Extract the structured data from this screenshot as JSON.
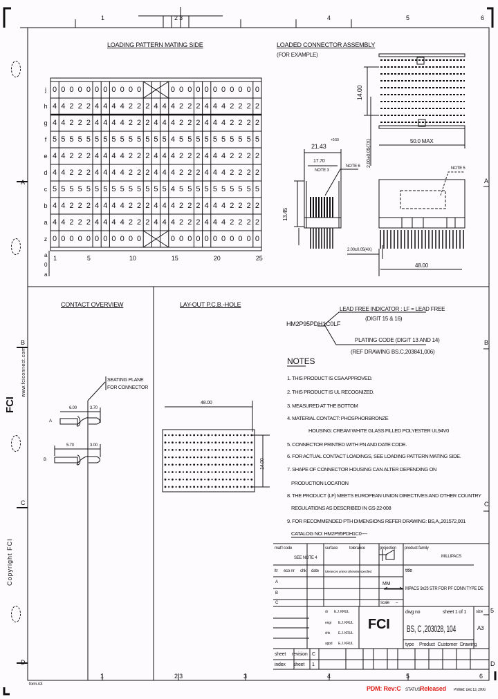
{
  "frame": {
    "top_zones": [
      "1",
      "2 3",
      "4",
      "5",
      "6"
    ],
    "bottom_zones": [
      "1",
      "2 3",
      "3",
      "4",
      "5",
      "6"
    ],
    "right_zones": [
      "A",
      "B",
      "C",
      "5",
      "D"
    ],
    "left_zones": [
      "A",
      "B",
      "C",
      "D"
    ],
    "bottom_left_note": "form A3",
    "copyright": "Copyright FCI",
    "website": "www.fciconnect.com",
    "logo_text": "FCI"
  },
  "loading_pattern": {
    "title": "LOADING PATTERN MATING SIDE",
    "row_labels": [
      "j",
      "h",
      "g",
      "f",
      "e",
      "d",
      "c",
      "b",
      "a",
      "z"
    ],
    "rows": [
      [
        "0",
        "0",
        "0",
        "0",
        "0",
        "0",
        "0",
        "0",
        "0",
        "0",
        "0",
        "X",
        "X",
        "X",
        "0",
        "0",
        "0",
        "0",
        "0",
        "0",
        "0",
        "0",
        "0",
        "0",
        "0"
      ],
      [
        "4",
        "4",
        "2",
        "2",
        "2",
        "4",
        "4",
        "4",
        "4",
        "2",
        "2",
        "2",
        "4",
        "4",
        "4",
        "2",
        "2",
        "2",
        "4",
        "4",
        "4",
        "2",
        "2",
        "2",
        "2"
      ],
      [
        "4",
        "4",
        "2",
        "2",
        "2",
        "4",
        "4",
        "4",
        "4",
        "2",
        "2",
        "2",
        "4",
        "4",
        "4",
        "2",
        "2",
        "2",
        "4",
        "4",
        "4",
        "2",
        "2",
        "2",
        "2"
      ],
      [
        "5",
        "5",
        "5",
        "5",
        "5",
        "5",
        "5",
        "5",
        "5",
        "5",
        "5",
        "5",
        "5",
        "5",
        "4",
        "5",
        "5",
        "5",
        "5",
        "5",
        "5",
        "5",
        "5",
        "5",
        "5"
      ],
      [
        "4",
        "4",
        "2",
        "2",
        "2",
        "4",
        "4",
        "4",
        "4",
        "2",
        "2",
        "2",
        "4",
        "4",
        "4",
        "2",
        "2",
        "2",
        "4",
        "4",
        "4",
        "2",
        "2",
        "2",
        "2"
      ],
      [
        "4",
        "4",
        "2",
        "2",
        "2",
        "4",
        "4",
        "4",
        "4",
        "2",
        "2",
        "2",
        "4",
        "4",
        "4",
        "2",
        "2",
        "2",
        "4",
        "4",
        "4",
        "2",
        "2",
        "2",
        "2"
      ],
      [
        "5",
        "5",
        "5",
        "5",
        "5",
        "5",
        "5",
        "5",
        "5",
        "5",
        "5",
        "5",
        "5",
        "5",
        "4",
        "5",
        "5",
        "5",
        "5",
        "5",
        "5",
        "5",
        "5",
        "5",
        "5"
      ],
      [
        "4",
        "4",
        "2",
        "2",
        "2",
        "4",
        "4",
        "4",
        "4",
        "2",
        "2",
        "2",
        "4",
        "4",
        "4",
        "2",
        "2",
        "2",
        "4",
        "4",
        "4",
        "2",
        "2",
        "2",
        "2"
      ],
      [
        "4",
        "4",
        "2",
        "2",
        "2",
        "4",
        "4",
        "4",
        "4",
        "2",
        "2",
        "2",
        "4",
        "4",
        "4",
        "2",
        "2",
        "2",
        "4",
        "4",
        "4",
        "2",
        "2",
        "2",
        "2"
      ],
      [
        "0",
        "0",
        "0",
        "0",
        "0",
        "0",
        "0",
        "0",
        "0",
        "0",
        "0",
        "X",
        "X",
        "X",
        "0",
        "0",
        "0",
        "0",
        "0",
        "0",
        "0",
        "0",
        "0",
        "0",
        "0"
      ]
    ],
    "column_numbers": [
      "1",
      "5",
      "10",
      "15",
      "20",
      "25"
    ],
    "corner_labels": [
      "a",
      "0",
      "a"
    ]
  },
  "assembly": {
    "title": "LOADED CONNECTOR ASSEMBLY",
    "subtitle": "(FOR EXAMPLE)",
    "dim_height": "14.00",
    "dim_pitch_7x": "2.00±0.05(7X)",
    "dim_length": "50.0 MAX",
    "dim_width": "21.43",
    "dim_width_tol": "+0.50",
    "dim_inner": "17.70",
    "note3": "NOTE 3",
    "note6": "NOTE 6",
    "note5": "NOTE 5",
    "dim_side": "13.45",
    "dim_pitch_4x": "2.00±0.05(4X)",
    "dim_48": "48.00"
  },
  "contact_overview": {
    "title": "CONTACT OVERVIEW",
    "seating_plane": [
      "SEATING PLANE",
      "FOR CONNECTOR"
    ],
    "contact_a": {
      "label": "A",
      "dim_left": "6.00",
      "dim_right": "3.70"
    },
    "contact_b": {
      "label": "B",
      "dim_left": "5.70",
      "dim_right": "3.00"
    }
  },
  "layout_pcb": {
    "title": "LAY-OUT P.C.B.-HOLE",
    "dim_width": "48.00",
    "dim_height": "14.00"
  },
  "part_number": {
    "code": "HM2P95PDH1C0LF",
    "lead_free": "LEAD FREE INDICATOR : LF = LEAD FREE",
    "lead_free_digits": "(DIGIT 15 & 16)",
    "plating": "PLATING CODE (DIGIT 13 AND 14)",
    "plating_ref": "(REF DRAWING BS.C,203841,006)"
  },
  "notes": {
    "heading": "NOTES",
    "items": [
      "1. THIS PRODUCT IS CSA APPROVED.",
      "2. THIS PRODUCT IS UL RECOGNIZED.",
      "3. MEASURED AT THE BOTTOM",
      "4. MATERIAL CONTACT: PHOSPHORBRONZE",
      "HOUSING: CREAM WHITE GLASS FILLED POLYESTER UL94V0",
      "5. CONNECTOR PRINTED WITH PN AND DATE CODE.",
      "6. FOR ACTUAL CONTACT LOADINGS, SEE LOADING PATTERN MATING SIDE.",
      "7. SHAPE OF CONNECTOR HOUSING CAN ALTER DEPENDING ON",
      "PRODUCTION LOCATION",
      "8. THE PRODUCT (LF) MEETS EUROPEAN UNION DIRECTIVES AND OTHER COUNTRY",
      "REGULATIONS AS DESCRIBED IN GS-22-008",
      "9. FOR RECOMMENDED PTH DIMENSIONS REFER DRAWING: BS,A,,201572,001",
      "CATALOG NO: HM2P95PDH1C0----"
    ]
  },
  "title_block": {
    "matl_code": "mat'l code",
    "matl_value": "SEE NOTE 4",
    "surface": "surface",
    "tolerance": "tolerance",
    "projection": "projection",
    "product_family": "product family",
    "family_value": "MILLIPACS",
    "col_ltr": "ltr",
    "col_eco": "eco nr",
    "col_chk": "chk",
    "col_date": "date",
    "tolerances_note": "tolerances unless otherwise specified",
    "title_label": "title",
    "title_value": "MPACS 9x25 STR FOR PF CONN TYPE DE",
    "revisions": [
      "A",
      "B",
      "C"
    ],
    "unit": "MM",
    "scale_label": "scale",
    "scale_value": "–",
    "signoffs": [
      {
        "role": "dr",
        "name": "E.J. KRUL"
      },
      {
        "role": "engr",
        "name": "E.J. KRUL"
      },
      {
        "role": "chk",
        "name": "E.J. KRUL"
      },
      {
        "role": "appd",
        "name": "E.J. KRUL"
      }
    ],
    "dwg_no_label": "dwg no",
    "sheet_label": "sheet 1 of 1",
    "size_label": "size",
    "size_value": "A3",
    "dwg_no": "BS, C ,203028, 104",
    "type_label": "type",
    "type_value": "Product Customer Drawing",
    "sheet_index": {
      "sheet": "sheet",
      "index": "index",
      "revision": "revision",
      "sheet2": "sheet",
      "rev_value": "C",
      "sheet_value": "1"
    }
  },
  "status_bar": {
    "pdm": "PDM: Rev:C",
    "status_label": "STATUS:",
    "status_value": "Released",
    "printed": "Printed: Dec 13, 2006"
  },
  "colors": {
    "ink": "#111111",
    "status_red": "#e0201c",
    "paper": "#fdfbfd"
  }
}
